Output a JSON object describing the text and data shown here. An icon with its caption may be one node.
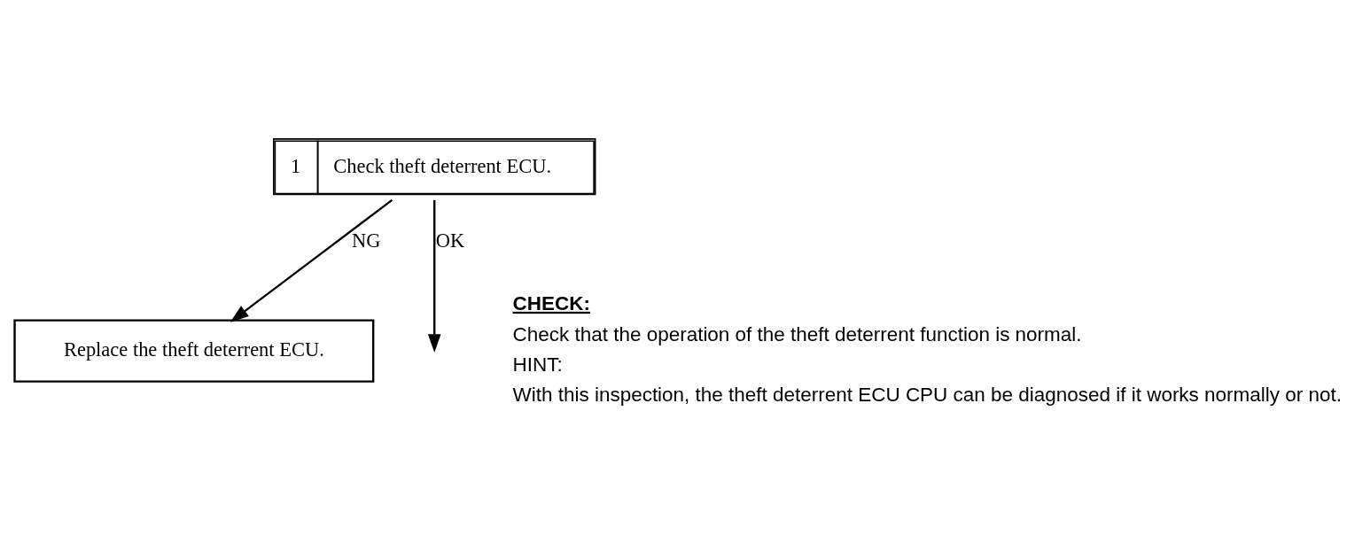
{
  "diagram": {
    "nodes": [
      {
        "text": [
          "1",
          "Check theft deterrent ECU."
        ]
      },
      {
        "text": [
          "Replace the theft deterrent ECU."
        ]
      }
    ],
    "edges": [
      {
        "from": 0,
        "to": 1,
        "arrow": "to",
        "label": "NG"
      },
      {
        "from": 0,
        "to": null,
        "arrow": "to",
        "label": "OK"
      }
    ],
    "labels": [
      "CHECK:",
      "Check that the operation of the theft deterrent function is normal.",
      "HINT:",
      "With this inspection, the theft deterrent ECU CPU can be diagnosed if it works normally or not."
    ]
  }
}
